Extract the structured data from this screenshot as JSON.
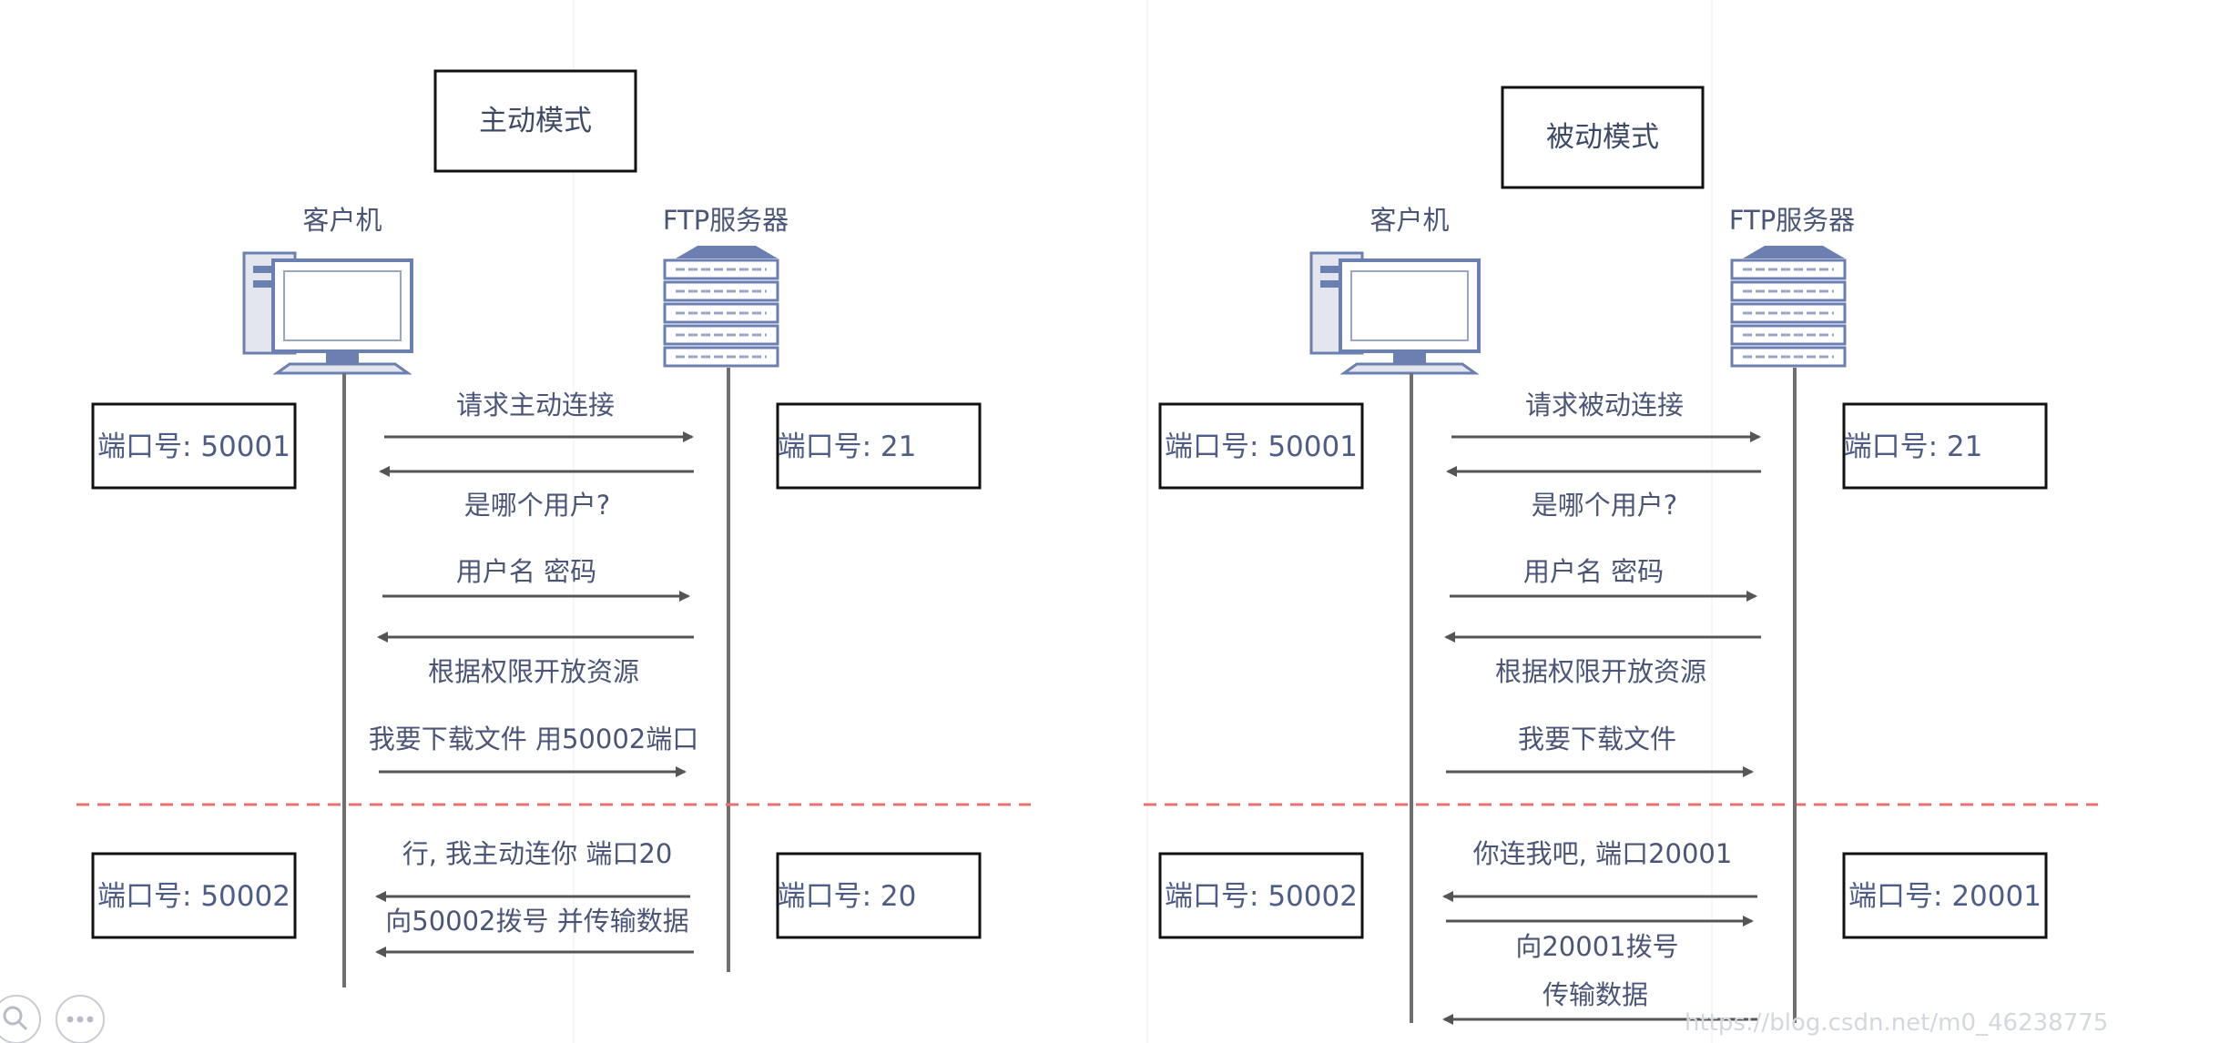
{
  "active_mode": {
    "title": "主动模式",
    "client_label": "客户机",
    "server_label": "FTP服务器",
    "client_port_1": "端口号: 50001",
    "server_port_1": "端口号: 21",
    "client_port_2": "端口号: 50002",
    "server_port_2": "端口号: 20",
    "messages": [
      "请求主动连接",
      "是哪个用户?",
      "用户名   密码",
      "根据权限开放资源",
      "我要下载文件 用50002端口",
      "行, 我主动连你  端口20",
      "向50002拨号  并传输数据"
    ]
  },
  "passive_mode": {
    "title": "被动模式",
    "client_label": "客户机",
    "server_label": "FTP服务器",
    "client_port_1": "端口号: 50001",
    "server_port_1": "端口号: 21",
    "client_port_2": "端口号: 50002",
    "server_port_2": "端口号: 20001",
    "messages": [
      "请求被动连接",
      "是哪个用户?",
      "用户名   密码",
      "根据权限开放资源",
      "我要下载文件",
      "你连我吧, 端口20001",
      "向20001拨号",
      "传输数据"
    ]
  },
  "watermark": "https://blog.csdn.net/m0_46238775",
  "viewer_controls": {
    "zoom_icon": "zoom-icon",
    "more_icon": "more-icon"
  },
  "colors": {
    "line": "#6f6f6f",
    "arrow": "#555555",
    "box_border": "#111111",
    "divider": "#e9726f",
    "device_blue": "#6b7fb0"
  }
}
